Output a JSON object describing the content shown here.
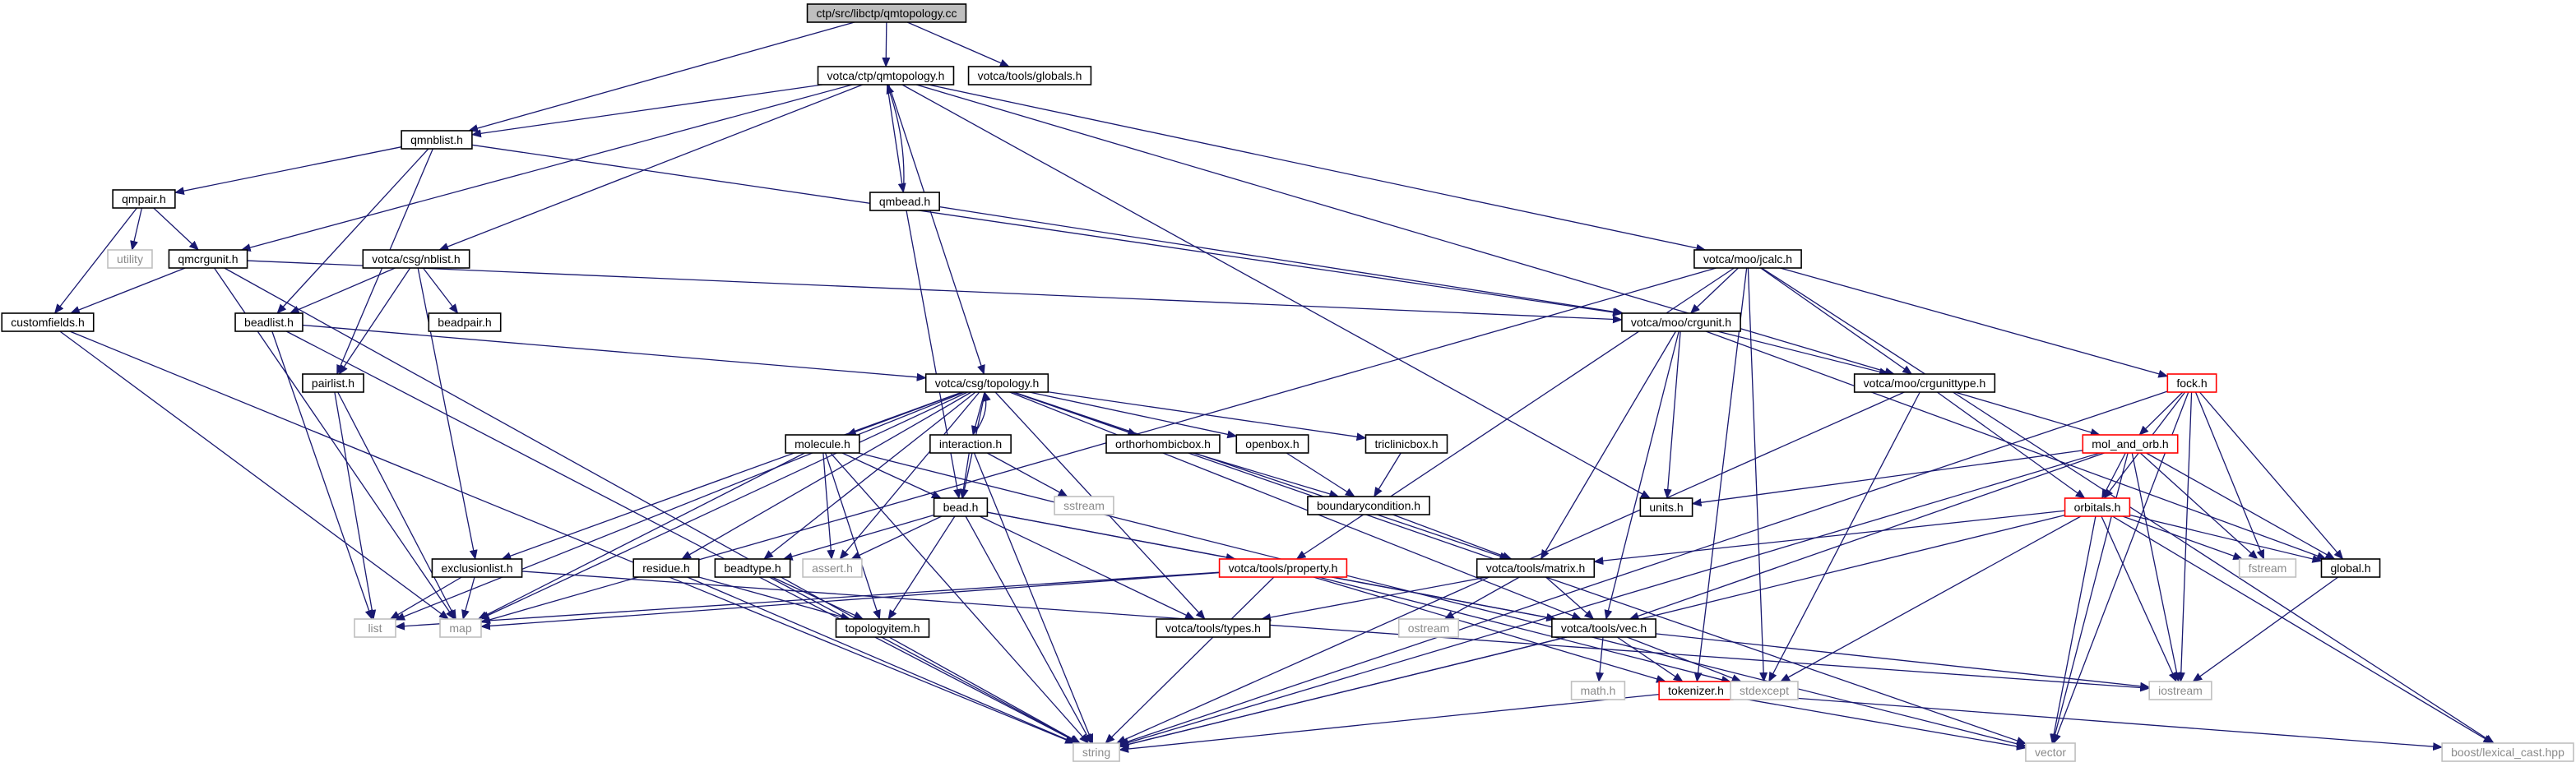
{
  "colors": {
    "edge": "#191970",
    "node_border": "#000000",
    "truncated_border": "#ff0000",
    "missing_border": "#bfbfbf",
    "root_fill": "#bfbfbf",
    "node_fill": "#ffffff",
    "missing_text": "#8a8a8a"
  },
  "nodes": [
    {
      "id": "root",
      "label": "ctp/src/libctp/qmtopology.cc",
      "kind": "root"
    },
    {
      "id": "qmtopology_h",
      "label": "votca/ctp/qmtopology.h",
      "kind": "normal"
    },
    {
      "id": "globals_h",
      "label": "votca/tools/globals.h",
      "kind": "normal"
    },
    {
      "id": "qmnblist_h",
      "label": "qmnblist.h",
      "kind": "normal"
    },
    {
      "id": "qmbead_h",
      "label": "qmbead.h",
      "kind": "normal"
    },
    {
      "id": "qmpair_h",
      "label": "qmpair.h",
      "kind": "normal"
    },
    {
      "id": "utility",
      "label": "utility",
      "kind": "missing"
    },
    {
      "id": "qmcrgunit_h",
      "label": "qmcrgunit.h",
      "kind": "normal"
    },
    {
      "id": "customfields_h",
      "label": "customfields.h",
      "kind": "normal"
    },
    {
      "id": "nblist_h",
      "label": "votca/csg/nblist.h",
      "kind": "normal"
    },
    {
      "id": "beadpair_h",
      "label": "beadpair.h",
      "kind": "normal"
    },
    {
      "id": "beadlist_h",
      "label": "beadlist.h",
      "kind": "normal"
    },
    {
      "id": "jcalc_h",
      "label": "votca/moo/jcalc.h",
      "kind": "normal"
    },
    {
      "id": "crgunit_h",
      "label": "votca/moo/crgunit.h",
      "kind": "normal"
    },
    {
      "id": "pairlist_h",
      "label": "pairlist.h",
      "kind": "normal"
    },
    {
      "id": "topology_h",
      "label": "votca/csg/topology.h",
      "kind": "normal"
    },
    {
      "id": "crgunittype_h",
      "label": "votca/moo/crgunittype.h",
      "kind": "normal"
    },
    {
      "id": "fock_h",
      "label": "fock.h",
      "kind": "truncated"
    },
    {
      "id": "molecule_h",
      "label": "molecule.h",
      "kind": "normal"
    },
    {
      "id": "interaction_h",
      "label": "interaction.h",
      "kind": "normal"
    },
    {
      "id": "orthorhombicbox_h",
      "label": "orthorhombicbox.h",
      "kind": "normal"
    },
    {
      "id": "openbox_h",
      "label": "openbox.h",
      "kind": "normal"
    },
    {
      "id": "triclinicbox_h",
      "label": "triclinicbox.h",
      "kind": "normal"
    },
    {
      "id": "mol_and_orb_h",
      "label": "mol_and_orb.h",
      "kind": "truncated"
    },
    {
      "id": "sstream",
      "label": "sstream",
      "kind": "missing"
    },
    {
      "id": "boundarycondition_h",
      "label": "boundarycondition.h",
      "kind": "normal"
    },
    {
      "id": "units_h",
      "label": "units.h",
      "kind": "normal"
    },
    {
      "id": "bead_h",
      "label": "bead.h",
      "kind": "normal"
    },
    {
      "id": "orbitals_h",
      "label": "orbitals.h",
      "kind": "truncated"
    },
    {
      "id": "exclusionlist_h",
      "label": "exclusionlist.h",
      "kind": "normal"
    },
    {
      "id": "residue_h",
      "label": "residue.h",
      "kind": "normal"
    },
    {
      "id": "beadtype_h",
      "label": "beadtype.h",
      "kind": "normal"
    },
    {
      "id": "assert_h",
      "label": "assert.h",
      "kind": "missing"
    },
    {
      "id": "property_h",
      "label": "votca/tools/property.h",
      "kind": "truncated"
    },
    {
      "id": "matrix_h",
      "label": "votca/tools/matrix.h",
      "kind": "normal"
    },
    {
      "id": "fstream",
      "label": "fstream",
      "kind": "missing"
    },
    {
      "id": "global_h",
      "label": "global.h",
      "kind": "normal"
    },
    {
      "id": "list",
      "label": "list",
      "kind": "missing"
    },
    {
      "id": "map",
      "label": "map",
      "kind": "missing"
    },
    {
      "id": "topologyitem_h",
      "label": "topologyitem.h",
      "kind": "normal"
    },
    {
      "id": "ostream",
      "label": "ostream",
      "kind": "missing"
    },
    {
      "id": "types_h",
      "label": "votca/tools/types.h",
      "kind": "normal"
    },
    {
      "id": "vec_h",
      "label": "votca/tools/vec.h",
      "kind": "normal"
    },
    {
      "id": "math_h",
      "label": "math.h",
      "kind": "missing"
    },
    {
      "id": "tokenizer_h",
      "label": "tokenizer.h",
      "kind": "truncated"
    },
    {
      "id": "stdexcept",
      "label": "stdexcept",
      "kind": "missing"
    },
    {
      "id": "iostream",
      "label": "iostream",
      "kind": "missing"
    },
    {
      "id": "string",
      "label": "string",
      "kind": "missing"
    },
    {
      "id": "vector",
      "label": "vector",
      "kind": "missing"
    },
    {
      "id": "lexical_cast_hpp",
      "label": "boost/lexical_cast.hpp",
      "kind": "missing"
    }
  ],
  "edges": [
    [
      "root",
      "qmtopology_h"
    ],
    [
      "root",
      "globals_h"
    ],
    [
      "root",
      "qmnblist_h"
    ],
    [
      "qmtopology_h",
      "qmnblist_h"
    ],
    [
      "qmtopology_h",
      "qmbead_h"
    ],
    [
      "qmtopology_h",
      "qmcrgunit_h"
    ],
    [
      "qmtopology_h",
      "nblist_h"
    ],
    [
      "qmtopology_h",
      "topology_h"
    ],
    [
      "qmtopology_h",
      "jcalc_h"
    ],
    [
      "qmtopology_h",
      "crgunittype_h"
    ],
    [
      "qmtopology_h",
      "units_h"
    ],
    [
      "qmbead_h",
      "qmtopology_h"
    ],
    [
      "qmbead_h",
      "crgunit_h"
    ],
    [
      "qmbead_h",
      "bead_h"
    ],
    [
      "qmnblist_h",
      "qmpair_h"
    ],
    [
      "qmnblist_h",
      "beadlist_h"
    ],
    [
      "qmnblist_h",
      "pairlist_h"
    ],
    [
      "qmnblist_h",
      "crgunit_h"
    ],
    [
      "qmpair_h",
      "utility"
    ],
    [
      "qmpair_h",
      "qmcrgunit_h"
    ],
    [
      "qmpair_h",
      "customfields_h"
    ],
    [
      "qmcrgunit_h",
      "customfields_h"
    ],
    [
      "qmcrgunit_h",
      "crgunit_h"
    ],
    [
      "qmcrgunit_h",
      "map"
    ],
    [
      "qmcrgunit_h",
      "string"
    ],
    [
      "customfields_h",
      "map"
    ],
    [
      "customfields_h",
      "string"
    ],
    [
      "nblist_h",
      "beadpair_h"
    ],
    [
      "nblist_h",
      "beadlist_h"
    ],
    [
      "nblist_h",
      "pairlist_h"
    ],
    [
      "nblist_h",
      "exclusionlist_h"
    ],
    [
      "beadlist_h",
      "topology_h"
    ],
    [
      "beadlist_h",
      "list"
    ],
    [
      "beadlist_h",
      "string"
    ],
    [
      "pairlist_h",
      "list"
    ],
    [
      "pairlist_h",
      "map"
    ],
    [
      "jcalc_h",
      "crgunit_h"
    ],
    [
      "jcalc_h",
      "crgunittype_h"
    ],
    [
      "jcalc_h",
      "fock_h"
    ],
    [
      "jcalc_h",
      "property_h"
    ],
    [
      "jcalc_h",
      "tokenizer_h"
    ],
    [
      "jcalc_h",
      "stdexcept"
    ],
    [
      "jcalc_h",
      "map"
    ],
    [
      "jcalc_h",
      "lexical_cast_hpp"
    ],
    [
      "crgunit_h",
      "crgunittype_h"
    ],
    [
      "crgunit_h",
      "units_h"
    ],
    [
      "crgunit_h",
      "matrix_h"
    ],
    [
      "crgunit_h",
      "vec_h"
    ],
    [
      "crgunit_h",
      "global_h"
    ],
    [
      "crgunittype_h",
      "mol_and_orb_h"
    ],
    [
      "crgunittype_h",
      "orbitals_h"
    ],
    [
      "crgunittype_h",
      "stdexcept"
    ],
    [
      "crgunittype_h",
      "string"
    ],
    [
      "fock_h",
      "mol_and_orb_h"
    ],
    [
      "fock_h",
      "orbitals_h"
    ],
    [
      "fock_h",
      "global_h"
    ],
    [
      "fock_h",
      "fstream"
    ],
    [
      "fock_h",
      "iostream"
    ],
    [
      "fock_h",
      "string"
    ],
    [
      "fock_h",
      "vector"
    ],
    [
      "mol_and_orb_h",
      "orbitals_h"
    ],
    [
      "mol_and_orb_h",
      "units_h"
    ],
    [
      "mol_and_orb_h",
      "vec_h"
    ],
    [
      "mol_and_orb_h",
      "global_h"
    ],
    [
      "mol_and_orb_h",
      "fstream"
    ],
    [
      "mol_and_orb_h",
      "iostream"
    ],
    [
      "mol_and_orb_h",
      "string"
    ],
    [
      "mol_and_orb_h",
      "vector"
    ],
    [
      "orbitals_h",
      "matrix_h"
    ],
    [
      "orbitals_h",
      "global_h"
    ],
    [
      "orbitals_h",
      "fstream"
    ],
    [
      "orbitals_h",
      "stdexcept"
    ],
    [
      "orbitals_h",
      "iostream"
    ],
    [
      "orbitals_h",
      "string"
    ],
    [
      "orbitals_h",
      "vector"
    ],
    [
      "orbitals_h",
      "lexical_cast_hpp"
    ],
    [
      "topology_h",
      "molecule_h"
    ],
    [
      "topology_h",
      "interaction_h"
    ],
    [
      "topology_h",
      "orthorhombicbox_h"
    ],
    [
      "topology_h",
      "openbox_h"
    ],
    [
      "topology_h",
      "triclinicbox_h"
    ],
    [
      "topology_h",
      "bead_h"
    ],
    [
      "topology_h",
      "exclusionlist_h"
    ],
    [
      "topology_h",
      "residue_h"
    ],
    [
      "topology_h",
      "beadtype_h"
    ],
    [
      "topology_h",
      "assert_h"
    ],
    [
      "topology_h",
      "list"
    ],
    [
      "topology_h",
      "map"
    ],
    [
      "topology_h",
      "types_h"
    ],
    [
      "topology_h",
      "matrix_h"
    ],
    [
      "topology_h",
      "vec_h"
    ],
    [
      "topology_h",
      "vector"
    ],
    [
      "interaction_h",
      "topology_h"
    ],
    [
      "interaction_h",
      "bead_h"
    ],
    [
      "interaction_h",
      "sstream"
    ],
    [
      "interaction_h",
      "string"
    ],
    [
      "molecule_h",
      "bead_h"
    ],
    [
      "molecule_h",
      "topologyitem_h"
    ],
    [
      "molecule_h",
      "assert_h"
    ],
    [
      "molecule_h",
      "map"
    ],
    [
      "molecule_h",
      "string"
    ],
    [
      "molecule_h",
      "vector"
    ],
    [
      "orthorhombicbox_h",
      "boundarycondition_h"
    ],
    [
      "openbox_h",
      "boundarycondition_h"
    ],
    [
      "triclinicbox_h",
      "boundarycondition_h"
    ],
    [
      "boundarycondition_h",
      "matrix_h"
    ],
    [
      "bead_h",
      "beadtype_h"
    ],
    [
      "bead_h",
      "topologyitem_h"
    ],
    [
      "bead_h",
      "assert_h"
    ],
    [
      "bead_h",
      "property_h"
    ],
    [
      "bead_h",
      "types_h"
    ],
    [
      "bead_h",
      "vec_h"
    ],
    [
      "bead_h",
      "string"
    ],
    [
      "exclusionlist_h",
      "list"
    ],
    [
      "exclusionlist_h",
      "map"
    ],
    [
      "exclusionlist_h",
      "iostream"
    ],
    [
      "residue_h",
      "topologyitem_h"
    ],
    [
      "residue_h",
      "string"
    ],
    [
      "beadtype_h",
      "topologyitem_h"
    ],
    [
      "beadtype_h",
      "string"
    ],
    [
      "property_h",
      "map"
    ],
    [
      "property_h",
      "list"
    ],
    [
      "property_h",
      "string"
    ],
    [
      "property_h",
      "vec_h"
    ],
    [
      "property_h",
      "tokenizer_h"
    ],
    [
      "property_h",
      "stdexcept"
    ],
    [
      "matrix_h",
      "ostream"
    ],
    [
      "matrix_h",
      "vec_h"
    ],
    [
      "matrix_h",
      "types_h"
    ],
    [
      "vec_h",
      "math_h"
    ],
    [
      "vec_h",
      "tokenizer_h"
    ],
    [
      "vec_h",
      "iostream"
    ],
    [
      "vec_h",
      "string"
    ],
    [
      "vec_h",
      "stdexcept"
    ],
    [
      "tokenizer_h",
      "string"
    ],
    [
      "tokenizer_h",
      "vector"
    ],
    [
      "tokenizer_h",
      "lexical_cast_hpp"
    ],
    [
      "global_h",
      "iostream"
    ]
  ]
}
